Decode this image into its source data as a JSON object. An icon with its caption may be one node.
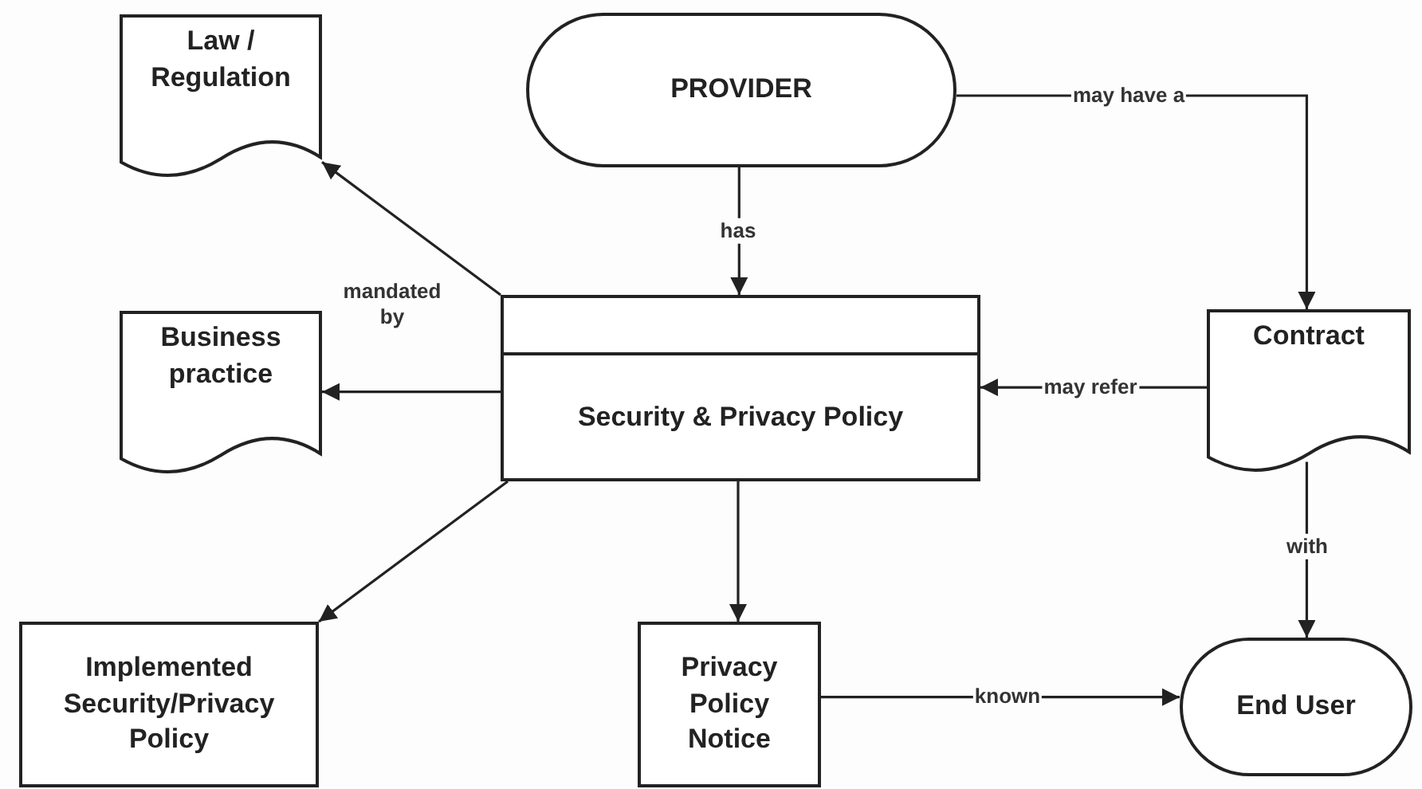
{
  "diagram": {
    "nodes": [
      {
        "text": [
          "PROVIDER"
        ]
      },
      {
        "text": [
          "Law / Regulation"
        ]
      },
      {
        "text": [
          "Security & Privacy Policy"
        ]
      },
      {
        "text": [
          "Business practice"
        ]
      },
      {
        "text": [
          "Contract"
        ]
      },
      {
        "text": [
          "Implemented Security/Privacy Policy"
        ]
      },
      {
        "text": [
          "Privacy Policy Notice"
        ]
      },
      {
        "text": [
          "End User"
        ]
      }
    ],
    "edges": [
      {
        "from": 0,
        "to": 2,
        "arrow": "to",
        "label": "has"
      },
      {
        "from": 0,
        "to": 4,
        "arrow": "to",
        "label": "may have a"
      },
      {
        "from": 2,
        "to": 1,
        "arrow": "to",
        "label": "mandated by"
      },
      {
        "from": 2,
        "to": 3,
        "arrow": "to"
      },
      {
        "from": 4,
        "to": 2,
        "arrow": "to",
        "label": "may refer"
      },
      {
        "from": 2,
        "to": 5,
        "arrow": "to"
      },
      {
        "from": 2,
        "to": 6,
        "arrow": "to"
      },
      {
        "from": 6,
        "to": 7,
        "arrow": "to",
        "label": "known"
      },
      {
        "from": 4,
        "to": 7,
        "arrow": "to",
        "label": "with"
      }
    ]
  }
}
